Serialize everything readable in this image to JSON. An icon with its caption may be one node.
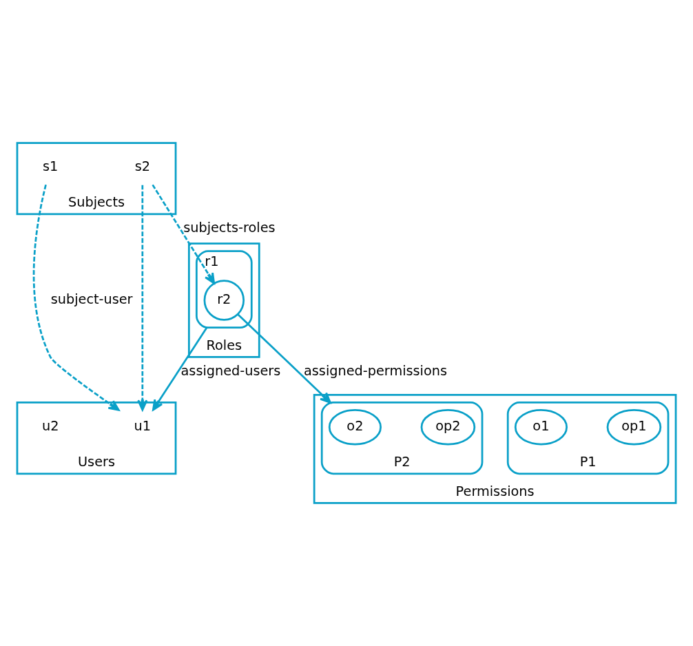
{
  "diagram": {
    "nodes": [
      {
        "text": [
          "Users"
        ]
      },
      {
        "text": [
          "u1"
        ],
        "in": 0
      },
      {
        "text": [
          "u2"
        ],
        "in": 0
      },
      {
        "text": [
          "Subjects"
        ]
      },
      {
        "text": [
          "s1"
        ],
        "in": 3
      },
      {
        "text": [
          "s2"
        ],
        "in": 3
      },
      {
        "text": [
          "Roles"
        ]
      },
      {
        "text": [
          "r1"
        ],
        "in": 6
      },
      {
        "text": [
          "r2"
        ],
        "in": 7
      },
      {
        "text": [
          "Permissions"
        ]
      },
      {
        "text": [
          "P1"
        ],
        "in": 9
      },
      {
        "text": [
          "op1"
        ],
        "in": 10
      },
      {
        "text": [
          "o1"
        ],
        "in": 10
      },
      {
        "text": [
          "P2"
        ],
        "in": 9
      },
      {
        "text": [
          "op2"
        ],
        "in": 13
      },
      {
        "text": [
          "o2"
        ],
        "in": 13
      }
    ],
    "edges": [
      {
        "from": 4,
        "to": 1,
        "arrow": "to",
        "label": "subject-user",
        "style": "dashed"
      },
      {
        "from": 5,
        "to": 1,
        "arrow": "to",
        "style": "dashed"
      },
      {
        "from": 7,
        "to": 1,
        "arrow": "to",
        "label": "assigned-users"
      },
      {
        "from": 5,
        "to": 8,
        "arrow": "to",
        "label": "subjects-roles",
        "style": "dashed"
      },
      {
        "from": 8,
        "to": 13,
        "arrow": "to",
        "label": "assigned-permissions"
      }
    ]
  }
}
